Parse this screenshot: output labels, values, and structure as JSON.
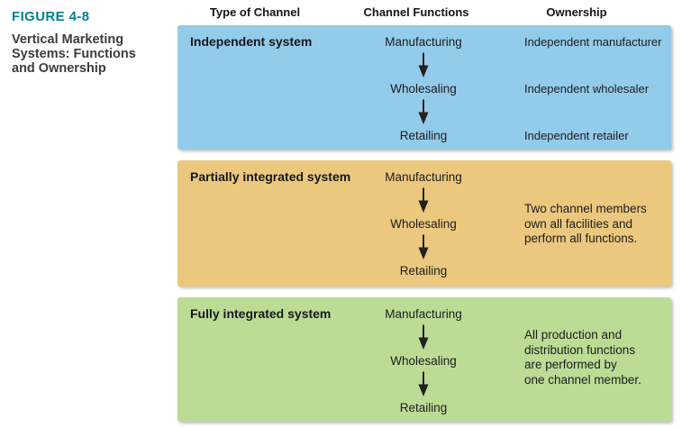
{
  "caption": {
    "figure_label": "FIGURE 4-8",
    "title_lines": [
      "Vertical Marketing",
      "Systems: Functions",
      "and Ownership"
    ]
  },
  "header": {
    "col_type": "Type of Channel",
    "col_functions": "Channel Functions",
    "col_ownership": "Ownership"
  },
  "colors": {
    "figure_label_teal": "#00808f",
    "independent_box_blue": "#93cbea",
    "partially_box_tan": "#ebc87e",
    "fully_box_green": "#bcdc95",
    "text_dark": "#231f20"
  },
  "systems": [
    {
      "name": "Independent system",
      "functions": [
        "Manufacturing",
        "Wholesaling",
        "Retailing"
      ],
      "ownership": [
        "Independent manufacturer",
        "Independent wholesaler",
        "Independent retailer"
      ]
    },
    {
      "name": "Partially integrated system",
      "functions": [
        "Manufacturing",
        "Wholesaling",
        "Retailing"
      ],
      "ownership_note_lines": [
        "Two channel members",
        "own all facilities and",
        "perform all functions."
      ]
    },
    {
      "name": "Fully integrated system",
      "functions": [
        "Manufacturing",
        "Wholesaling",
        "Retailing"
      ],
      "ownership_note_lines": [
        "All production and",
        "distribution functions",
        "are performed by",
        "one channel member."
      ]
    }
  ]
}
